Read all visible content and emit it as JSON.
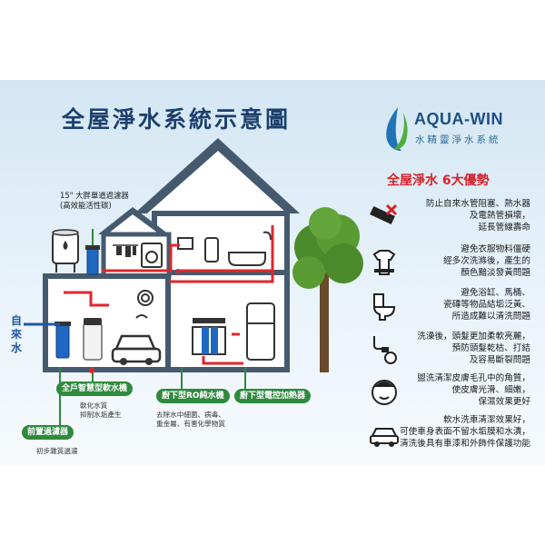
{
  "title": "全屋淨水系統示意圖",
  "logo": {
    "brand": "AQUA-WIN",
    "tagline": "水精靈淨水系統",
    "colors": {
      "blue": "#1f74b8",
      "green": "#4fae3f"
    }
  },
  "advantages": {
    "title": "全屋淨水 6大優勢",
    "items": [
      {
        "icon": "pipe-icon",
        "text": "防止自來水管阻塞、熱水器\n及電熱管損壞，\n延長管線壽命"
      },
      {
        "icon": "clothes-icon",
        "text": "避免衣服物料僵硬\n經多次洗滌後，產生的\n顏色黯淡發黃問題"
      },
      {
        "icon": "toilet-icon",
        "text": "避免浴缸、馬桶、\n瓷磚等物品結垢泛黃、\n所造成難以清洗問題"
      },
      {
        "icon": "shower-icon",
        "text": "洗澡後，頭髮更加柔軟亮麗，\n預防頭髮乾枯、打結\n及容易斷裂問題"
      },
      {
        "icon": "face-icon",
        "text": "盥洗清潔皮膚毛孔中的角質，\n使皮膚光滑、細嫩，\n保濕效果更好"
      },
      {
        "icon": "car-icon",
        "text": "軟水洗車清潔效果好，\n可使車身表面不留水垢膜和水漬，\n清洗後具有車漆和外飾件保護功能"
      }
    ]
  },
  "diagram": {
    "tap_water": "自來水",
    "filter_label": "15\" 大胖單道過濾器\n(高效能活性碳)",
    "softener": {
      "label": "全戶智慧型軟水機",
      "desc": "軟化水質\n抑制水垢產生"
    },
    "pre_filter": {
      "label": "前置過濾器",
      "desc": "初步雜質過濾"
    },
    "ro": {
      "label": "廚下型RO純水機",
      "desc": "去除水中細菌、病毒、\n重金屬、有害化學物質"
    },
    "heater": {
      "label": "廚下型電控加熱器"
    }
  }
}
